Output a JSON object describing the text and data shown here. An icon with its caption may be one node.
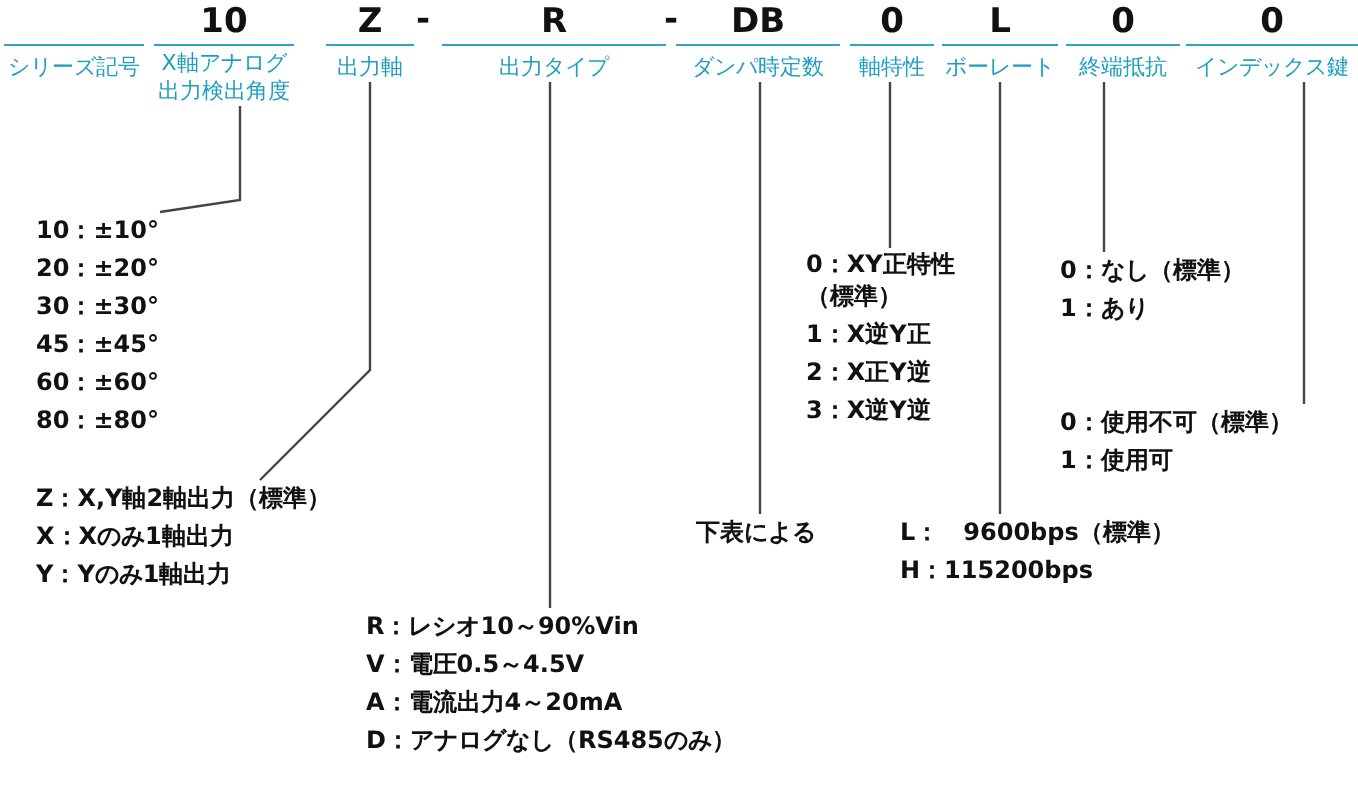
{
  "diagram": {
    "nodes": [
      {
        "text": [
          "シリーズ記号"
        ]
      },
      {
        "text": [
          "10",
          "X軸アナログ出力検出角度"
        ]
      },
      {
        "text": [
          "Z",
          "出力軸"
        ]
      },
      {
        "text": [
          "R",
          "出力タイプ"
        ]
      },
      {
        "text": [
          "DB",
          "ダンパ時定数"
        ]
      },
      {
        "text": [
          "0",
          "軸特性"
        ]
      },
      {
        "text": [
          "L",
          "ボーレート"
        ]
      },
      {
        "text": [
          "0",
          "終端抵抗"
        ]
      },
      {
        "text": [
          "0",
          "インデックス鍵"
        ]
      },
      {
        "text": [
          "10：±10°",
          "20：±20°",
          "30：±30°",
          "45：±45°",
          "60：±60°",
          "80：±80°"
        ]
      },
      {
        "text": [
          "Z：X,Y軸2軸出力（標準）",
          "X：Xのみ1軸出力",
          "Y：Yのみ1軸出力"
        ]
      },
      {
        "text": [
          "R：レシオ10～90%Vin",
          "V：電圧0.5～4.5V",
          "A：電流出力4～20mA",
          "D：アナログなし（RS485のみ）"
        ]
      },
      {
        "text": [
          "下表による"
        ]
      },
      {
        "text": [
          "0：XY正特性（標準）",
          "1：X逆Y正",
          "2：X正Y逆",
          "3：X逆Y逆"
        ]
      },
      {
        "text": [
          "L：　9600bps（標準）",
          "H：115200bps"
        ]
      },
      {
        "text": [
          "0：なし（標準）",
          "1：あり"
        ]
      },
      {
        "text": [
          "0：使用不可（標準）",
          "1：使用可"
        ]
      }
    ],
    "edges": [
      {
        "from": 1,
        "to": 9,
        "arrow": "none"
      },
      {
        "from": 2,
        "to": 10,
        "arrow": "none"
      },
      {
        "from": 3,
        "to": 11,
        "arrow": "none"
      },
      {
        "from": 4,
        "to": 12,
        "arrow": "none"
      },
      {
        "from": 5,
        "to": 13,
        "arrow": "none"
      },
      {
        "from": 6,
        "to": 14,
        "arrow": "none"
      },
      {
        "from": 7,
        "to": 15,
        "arrow": "none"
      },
      {
        "from": 8,
        "to": 16,
        "arrow": "none"
      }
    ],
    "labels": [
      "-",
      "-"
    ]
  }
}
